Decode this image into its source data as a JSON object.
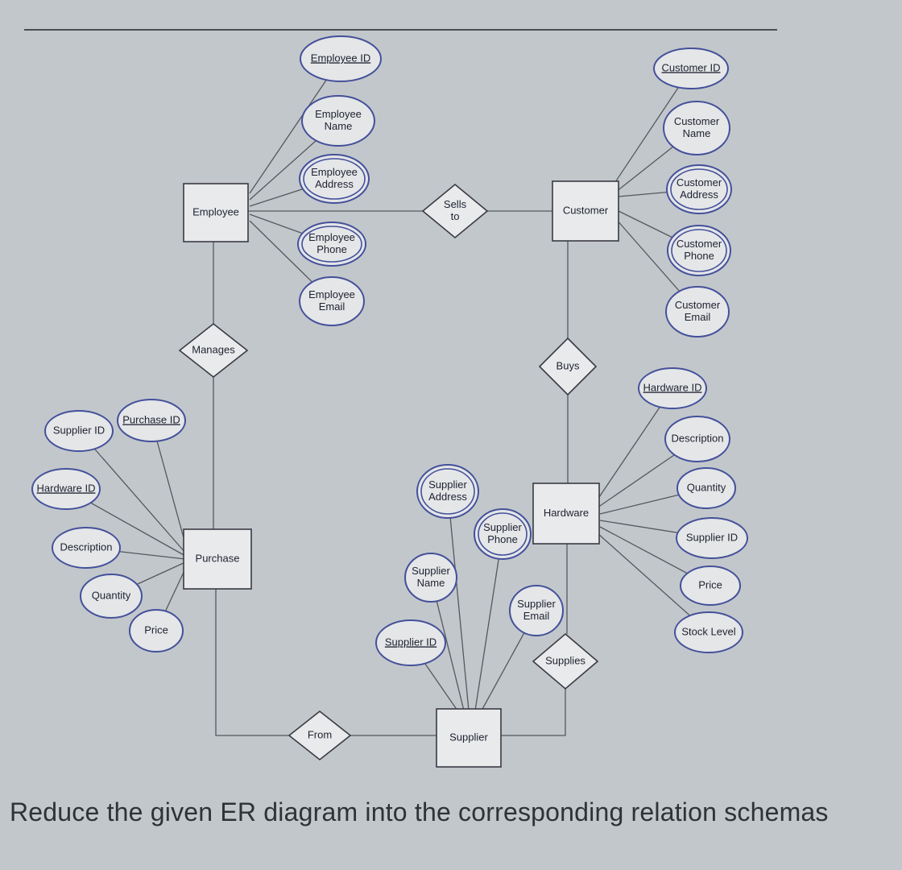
{
  "caption": "Reduce the given ER diagram into the corresponding relation schemas",
  "entities": [
    {
      "id": "employee",
      "label": "Employee"
    },
    {
      "id": "customer",
      "label": "Customer"
    },
    {
      "id": "purchase",
      "label": "Purchase"
    },
    {
      "id": "hardware",
      "label": "Hardware"
    },
    {
      "id": "supplier",
      "label": "Supplier"
    }
  ],
  "relationships": [
    {
      "id": "sells_to",
      "label": "Sells to",
      "lines": [
        "Sells",
        "to"
      ]
    },
    {
      "id": "manages",
      "label": "Manages",
      "lines": [
        "Manages"
      ]
    },
    {
      "id": "buys",
      "label": "Buys",
      "lines": [
        "Buys"
      ]
    },
    {
      "id": "supplies",
      "label": "Supplies",
      "lines": [
        "Supplies"
      ]
    },
    {
      "id": "from",
      "label": "From",
      "lines": [
        "From"
      ]
    }
  ],
  "attributes": [
    {
      "id": "emp_id",
      "entity": "employee",
      "lines": [
        "Employee ID"
      ],
      "key": true,
      "multivalued": false
    },
    {
      "id": "emp_name",
      "entity": "employee",
      "lines": [
        "Employee",
        "Name"
      ],
      "key": false,
      "multivalued": false
    },
    {
      "id": "emp_address",
      "entity": "employee",
      "lines": [
        "Employee",
        "Address"
      ],
      "key": false,
      "multivalued": true
    },
    {
      "id": "emp_phone",
      "entity": "employee",
      "lines": [
        "Employee",
        "Phone"
      ],
      "key": false,
      "multivalued": true
    },
    {
      "id": "emp_email",
      "entity": "employee",
      "lines": [
        "Employee",
        "Email"
      ],
      "key": false,
      "multivalued": false
    },
    {
      "id": "cust_id",
      "entity": "customer",
      "lines": [
        "Customer ID"
      ],
      "key": true,
      "multivalued": false
    },
    {
      "id": "cust_name",
      "entity": "customer",
      "lines": [
        "Customer",
        "Name"
      ],
      "key": false,
      "multivalued": false
    },
    {
      "id": "cust_address",
      "entity": "customer",
      "lines": [
        "Customer",
        "Address"
      ],
      "key": false,
      "multivalued": true
    },
    {
      "id": "cust_phone",
      "entity": "customer",
      "lines": [
        "Customer",
        "Phone"
      ],
      "key": false,
      "multivalued": true
    },
    {
      "id": "cust_email",
      "entity": "customer",
      "lines": [
        "Customer",
        "Email"
      ],
      "key": false,
      "multivalued": false
    },
    {
      "id": "pur_supplier_id",
      "entity": "purchase",
      "lines": [
        "Supplier ID"
      ],
      "key": false,
      "multivalued": false
    },
    {
      "id": "pur_purchase_id",
      "entity": "purchase",
      "lines": [
        "Purchase ID"
      ],
      "key": true,
      "multivalued": false
    },
    {
      "id": "pur_hardware_id",
      "entity": "purchase",
      "lines": [
        "Hardware ID"
      ],
      "key": true,
      "multivalued": false
    },
    {
      "id": "pur_description",
      "entity": "purchase",
      "lines": [
        "Description"
      ],
      "key": false,
      "multivalued": false
    },
    {
      "id": "pur_quantity",
      "entity": "purchase",
      "lines": [
        "Quantity"
      ],
      "key": false,
      "multivalued": false
    },
    {
      "id": "pur_price",
      "entity": "purchase",
      "lines": [
        "Price"
      ],
      "key": false,
      "multivalued": false
    },
    {
      "id": "hw_id",
      "entity": "hardware",
      "lines": [
        "Hardware ID"
      ],
      "key": true,
      "multivalued": false
    },
    {
      "id": "hw_description",
      "entity": "hardware",
      "lines": [
        "Description"
      ],
      "key": false,
      "multivalued": false
    },
    {
      "id": "hw_quantity",
      "entity": "hardware",
      "lines": [
        "Quantity"
      ],
      "key": false,
      "multivalued": false
    },
    {
      "id": "hw_supplier_id",
      "entity": "hardware",
      "lines": [
        "Supplier ID"
      ],
      "key": false,
      "multivalued": false
    },
    {
      "id": "hw_price",
      "entity": "hardware",
      "lines": [
        "Price"
      ],
      "key": false,
      "multivalued": false
    },
    {
      "id": "hw_stock",
      "entity": "hardware",
      "lines": [
        "Stock Level"
      ],
      "key": false,
      "multivalued": false
    },
    {
      "id": "sup_address",
      "entity": "supplier",
      "lines": [
        "Supplier",
        "Address"
      ],
      "key": false,
      "multivalued": true
    },
    {
      "id": "sup_phone",
      "entity": "supplier",
      "lines": [
        "Supplier",
        "Phone"
      ],
      "key": false,
      "multivalued": true
    },
    {
      "id": "sup_name",
      "entity": "supplier",
      "lines": [
        "Supplier",
        "Name"
      ],
      "key": false,
      "multivalued": false
    },
    {
      "id": "sup_email",
      "entity": "supplier",
      "lines": [
        "Supplier",
        "Email"
      ],
      "key": false,
      "multivalued": false
    },
    {
      "id": "sup_id",
      "entity": "supplier",
      "lines": [
        "Supplier ID"
      ],
      "key": true,
      "multivalued": false
    }
  ],
  "connections": [
    [
      "employee",
      "sells_to"
    ],
    [
      "sells_to",
      "customer"
    ],
    [
      "employee",
      "manages"
    ],
    [
      "manages",
      "purchase"
    ],
    [
      "customer",
      "buys"
    ],
    [
      "buys",
      "hardware"
    ],
    [
      "hardware",
      "supplies"
    ],
    [
      "supplies",
      "supplier"
    ],
    [
      "purchase",
      "from"
    ],
    [
      "from",
      "supplier"
    ]
  ]
}
